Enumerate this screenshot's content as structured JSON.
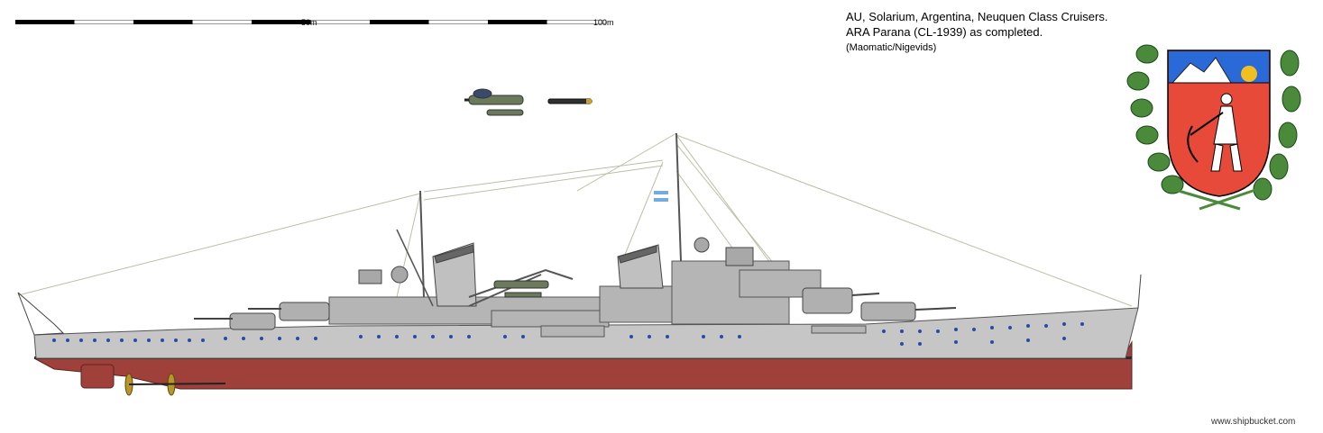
{
  "title": {
    "line1": "AU, Solarium, Argentina, Neuquen Class Cruisers.",
    "line2": "ARA Parana (CL-1939) as completed.",
    "credit": "(Maomatic/Nigevids)"
  },
  "scale_bar": {
    "tick_50": "50m",
    "tick_100": "100m"
  },
  "watermark": "www.shipbucket.com",
  "colors": {
    "hull_grey": "#c6c6c6",
    "superstructure_grey": "#b5b5b5",
    "hull_red": "#a0403a",
    "boot_black": "#2b2b2b",
    "porthole_blue": "#2a4aa8",
    "shield_red": "#e84a3a",
    "shield_blue": "#2a6ad8",
    "sun_yellow": "#f0c020",
    "laurel_green": "#4a8a3a",
    "flag_blue": "#74acdf"
  }
}
